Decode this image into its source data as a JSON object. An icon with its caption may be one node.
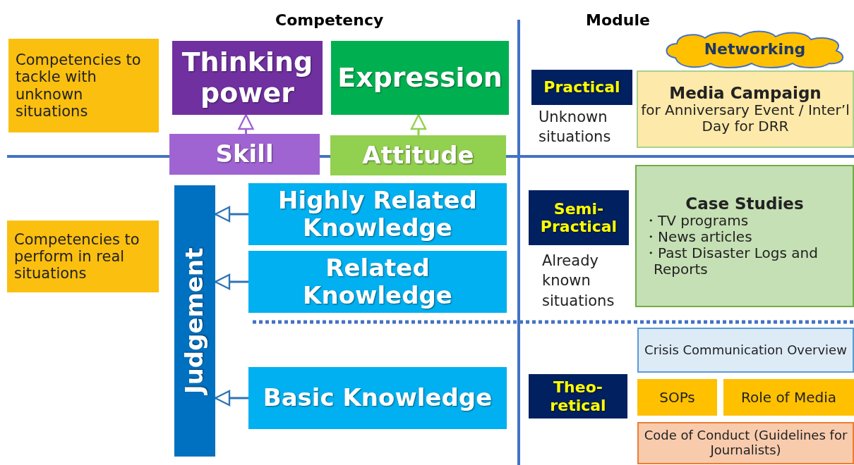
{
  "diagram": {
    "nodes": [
      {
        "text": [
          "Competencies to tackle with unknown situations"
        ]
      },
      {
        "text": [
          "Thinking power"
        ]
      },
      {
        "text": [
          "Expression"
        ]
      },
      {
        "text": [
          "Skill"
        ]
      },
      {
        "text": [
          "Attitude"
        ]
      },
      {
        "text": [
          "Competencies to perform in real situations"
        ]
      },
      {
        "text": [
          "Judgement"
        ]
      },
      {
        "text": [
          "Highly Related Knowledge"
        ]
      },
      {
        "text": [
          "Related Knowledge"
        ]
      },
      {
        "text": [
          "Basic Knowledge"
        ]
      },
      {
        "text": [
          "Networking"
        ]
      },
      {
        "text": [
          "Practical"
        ],
        "beside": [
          "Unknown situations"
        ]
      },
      {
        "text": [
          "Media Campaign",
          "for Anniversary Event / Inter’l Day for DRR"
        ]
      },
      {
        "text": [
          "Semi- Practical"
        ],
        "beside": [
          "Already known situations"
        ]
      },
      {
        "text": [
          "Case Studies",
          "・TV programs",
          "・News articles",
          "・Past Disaster Logs and Reports"
        ]
      },
      {
        "text": [
          "Crisis Communication Overview"
        ]
      },
      {
        "text": [
          "Theo- retical"
        ]
      },
      {
        "text": [
          "SOPs"
        ]
      },
      {
        "text": [
          "Role of Media"
        ]
      },
      {
        "text": [
          "Code of Conduct (Guidelines for Journalists)"
        ]
      }
    ],
    "edges": [
      {
        "from": 3,
        "to": 1,
        "arrow": "to",
        "color": "#a064d2"
      },
      {
        "from": 4,
        "to": 2,
        "arrow": "to",
        "color": "#92d050"
      },
      {
        "from": 7,
        "to": 6,
        "arrow": "to"
      },
      {
        "from": 8,
        "to": 6,
        "arrow": "to"
      },
      {
        "from": 9,
        "to": 6,
        "arrow": "to"
      }
    ],
    "labels": [
      "Competency",
      "Module"
    ]
  }
}
